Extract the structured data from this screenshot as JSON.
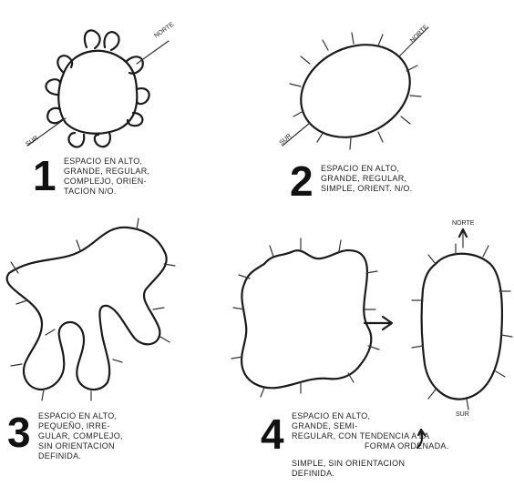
{
  "colors": {
    "ink": "#1a1a1a",
    "paper": "#ffffff"
  },
  "fig1": {
    "number": "1",
    "caption": [
      "ESPACIO EN ALTO,",
      "GRANDE, REGULAR,",
      "COMPLEJO, ORIEN-",
      "TACION N/O."
    ],
    "arrow_label": "NORTE",
    "entry_label": "SUR"
  },
  "fig2": {
    "number": "2",
    "caption": [
      "ESPACIO EN ALTO,",
      "GRANDE, REGULAR,",
      "SIMPLE, ORIENT. N/O."
    ],
    "arrow_label": "NORTE",
    "entry_label": "SUR"
  },
  "fig3": {
    "number": "3",
    "caption": [
      "ESPACIO EN ALTO,",
      "PEQUEÑO, IRRE-",
      "GULAR, COMPLEJO,",
      "SIN ORIENTACION",
      "DEFINIDA."
    ]
  },
  "fig4": {
    "number": "4",
    "caption": [
      "ESPACIO EN ALTO,",
      "GRANDE, SEMI-",
      "REGULAR, CON TENDENCIA A LA",
      "FORMA ORDENADA."
    ],
    "caption2": [
      "SIMPLE, SIN ORIENTACION",
      "DEFINIDA."
    ],
    "top_label": "NORTE",
    "bottom_label": "SUR"
  }
}
